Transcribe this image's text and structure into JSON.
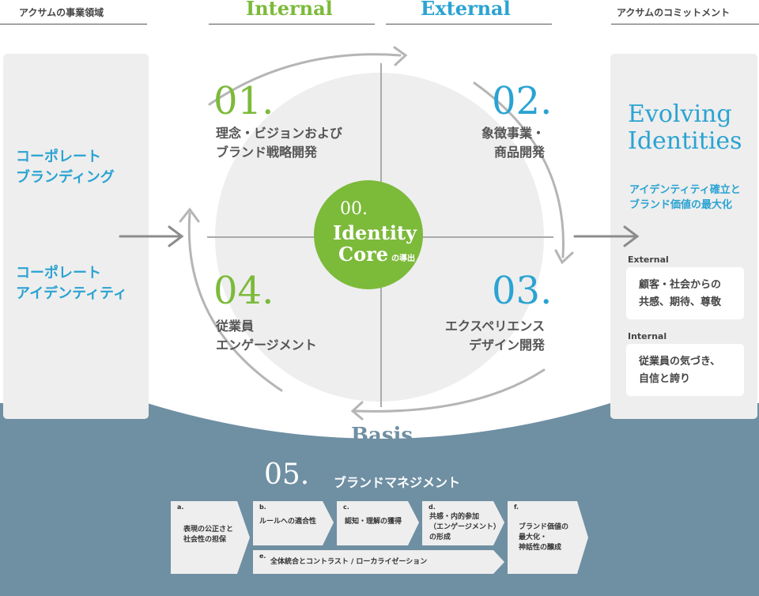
{
  "headers": {
    "left": "アクサムの事業領域",
    "internal": "Internal",
    "external": "External",
    "right": "アクサムのコミットメント"
  },
  "left_panel": {
    "item1": [
      "コーポレート",
      "ブランディング"
    ],
    "item2": [
      "コーポレート",
      "アイデンティティ"
    ]
  },
  "center": {
    "num": "00.",
    "title1": "Identity",
    "title2": "Core",
    "suffix": "の導出"
  },
  "steps": [
    {
      "num": "01.",
      "lines": [
        "理念・ビジョンおよび",
        "ブランド戦略開発"
      ]
    },
    {
      "num": "02.",
      "lines": [
        "象徴事業・",
        "商品開発"
      ]
    },
    {
      "num": "03.",
      "lines": [
        "エクスペリエンス",
        "デザイン開発"
      ]
    },
    {
      "num": "04.",
      "lines": [
        "従業員",
        "エンゲージメント"
      ]
    }
  ],
  "right_panel": {
    "title1": "Evolving",
    "title2": "Identities",
    "sub1": "アイデンティティ確立と",
    "sub2": "ブランド価値の最大化",
    "external_label": "External",
    "external_lines": [
      "顧客・社会からの",
      "共感、期待、尊敬"
    ],
    "internal_label": "Internal",
    "internal_lines": [
      "従業員の気づき、",
      "自信と誇り"
    ]
  },
  "basis": {
    "label": "Basis",
    "num": "05.",
    "title": "ブランドマネジメント",
    "items": [
      {
        "letter": "a.",
        "lines": [
          "表現の公正さと",
          "社会性の担保"
        ]
      },
      {
        "letter": "b.",
        "lines": [
          "ルールへの適合性"
        ]
      },
      {
        "letter": "c.",
        "lines": [
          "認知・理解の獲得"
        ]
      },
      {
        "letter": "d.",
        "lines": [
          "共感・内的参加",
          "（エンゲージメント）",
          "の形成"
        ]
      },
      {
        "letter": "e.",
        "lines": [
          "全体統合とコントラスト / ローカライゼーション"
        ]
      },
      {
        "letter": "f.",
        "lines": [
          "ブランド価値の",
          "最大化・",
          "神話性の醸成"
        ]
      }
    ]
  },
  "colors": {
    "green": "#7cba3a",
    "blue": "#2aa3d2",
    "slate": "#6f8fa3",
    "panel": "#eeeeee"
  }
}
